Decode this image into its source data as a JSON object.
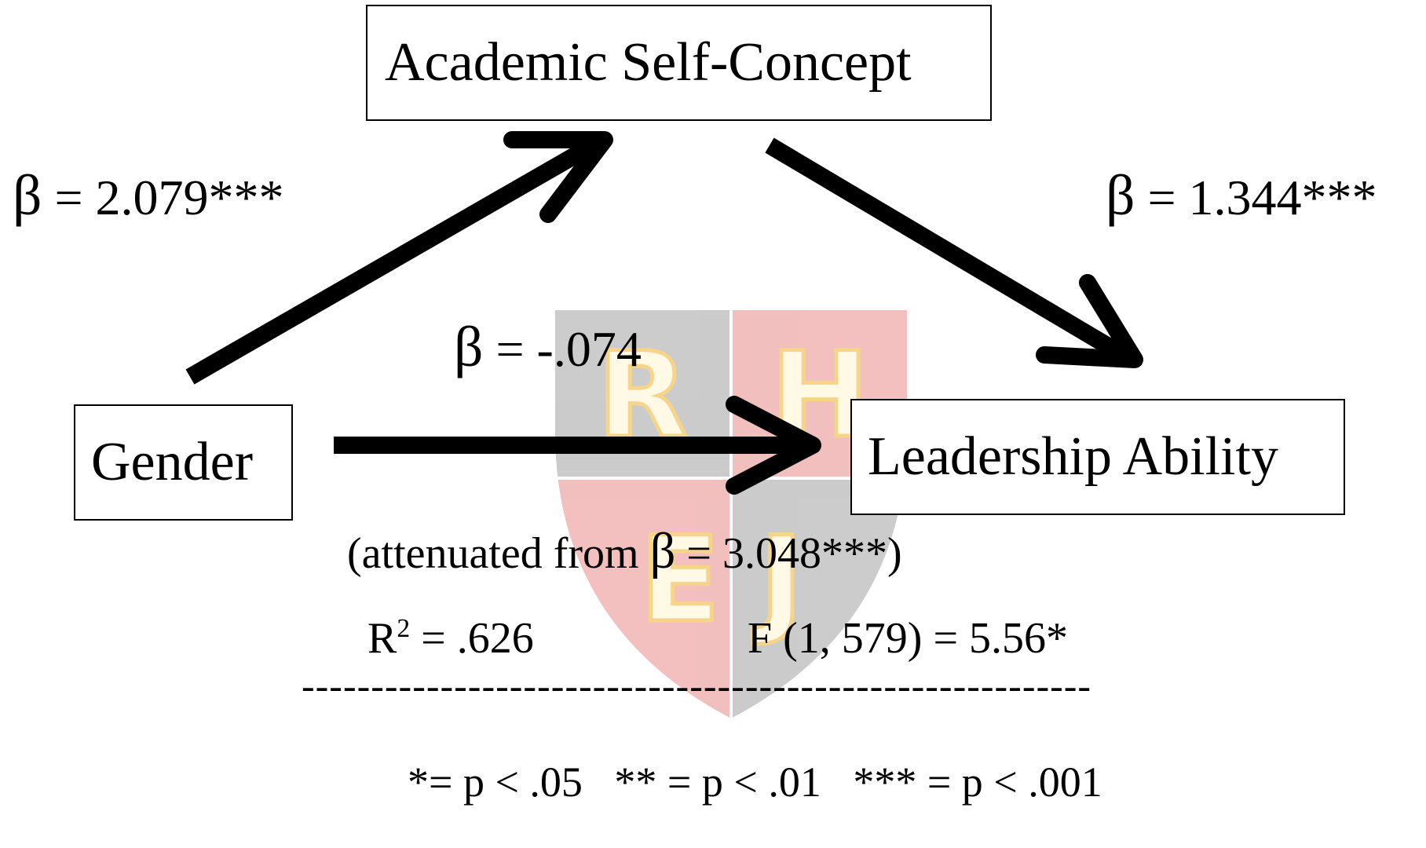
{
  "nodes": {
    "mediator": "Academic Self-Concept",
    "predictor": "Gender",
    "outcome": "Leadership Ability"
  },
  "paths": {
    "a": {
      "beta_symbol": "β",
      "text": "= 2.079***"
    },
    "b": {
      "beta_symbol": "β",
      "text": "= 1.344***"
    },
    "c_prime": {
      "beta_symbol": "β",
      "text": "= -.074"
    }
  },
  "attenuation": {
    "prefix": "(attenuated from ",
    "beta_symbol": "β",
    "suffix": " = 3.048***)"
  },
  "fit": {
    "r_base": "R",
    "r_sup": "2",
    "r_value": " = .626",
    "f_test": "F (1, 579) = 5.56*"
  },
  "divider": "---------------------------------------------------------",
  "significance_legend": "*= p < .05   ** = p < .01   *** = p < .001",
  "watermark": {
    "letters": [
      "R",
      "H",
      "E",
      "J"
    ],
    "colors": {
      "gray": "#c9c9c9",
      "red": "#f2bcbc",
      "letter_fill": "#fff9e6",
      "letter_stroke": "#f6d58a"
    }
  }
}
